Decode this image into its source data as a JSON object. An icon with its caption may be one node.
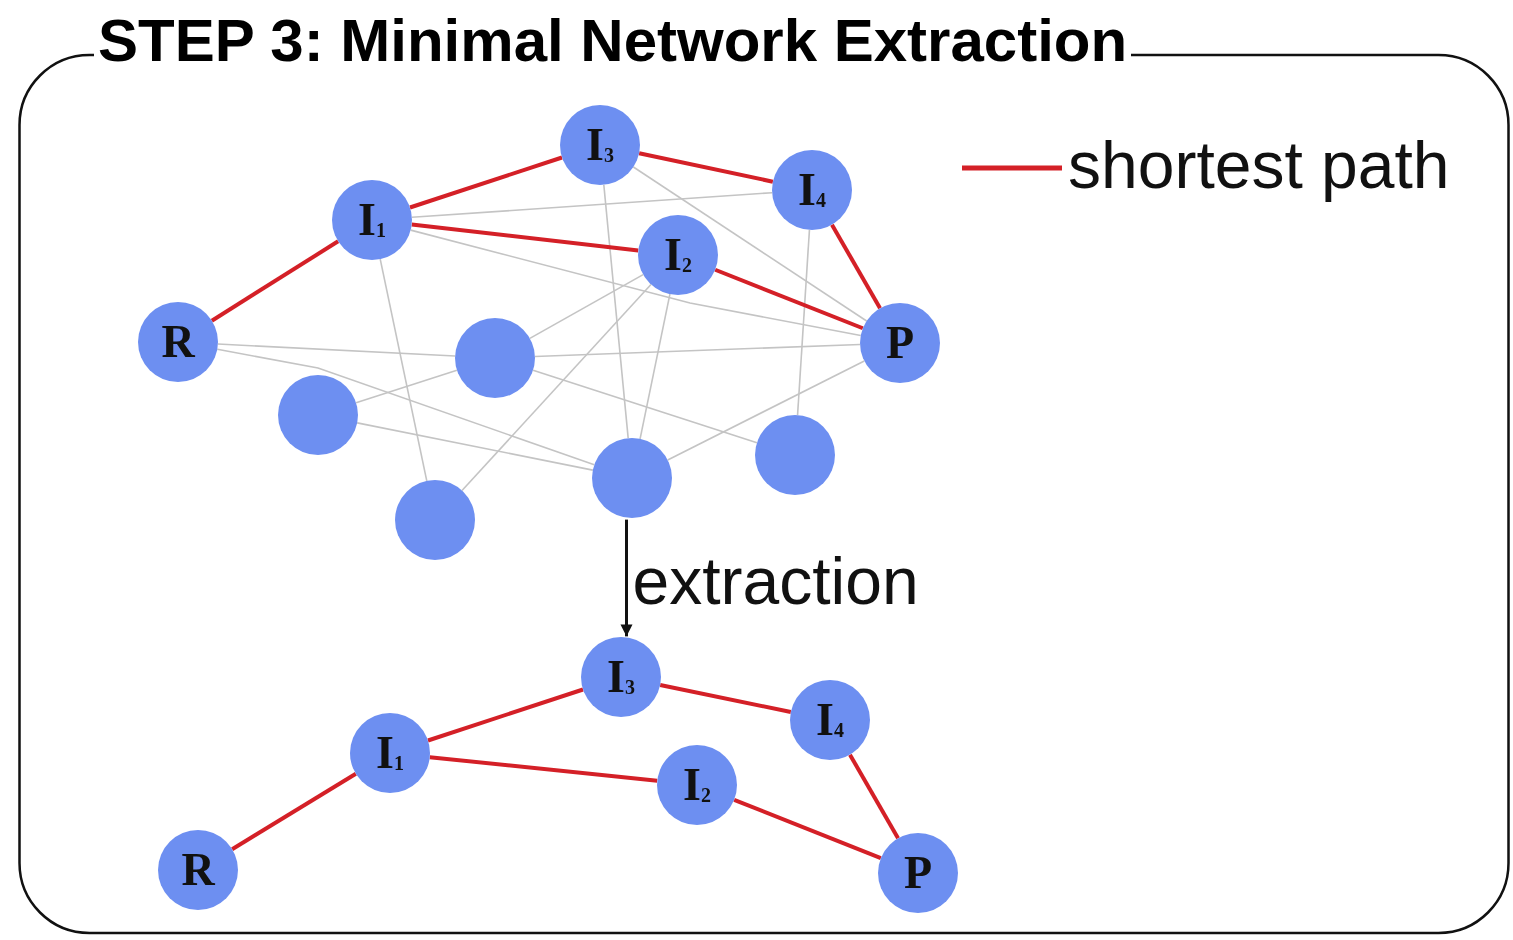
{
  "diagram": {
    "nodes": [
      {
        "text": [
          "STEP 3: Minimal Network Extraction"
        ]
      },
      {
        "text": [
          "R"
        ],
        "in": 0
      },
      {
        "text": [
          "I$_{1}$"
        ],
        "in": 0
      },
      {
        "text": [
          "I$_{3}$"
        ],
        "in": 0
      },
      {
        "text": [
          "I$_{4}$"
        ],
        "in": 0
      },
      {
        "text": [
          "I$_{2}$"
        ],
        "in": 0
      },
      {
        "text": [
          "P"
        ],
        "in": 0
      },
      {
        "text": [],
        "shape": "circle",
        "in": 0
      },
      {
        "text": [],
        "shape": "circle",
        "in": 0
      },
      {
        "text": [],
        "shape": "circle",
        "in": 0
      },
      {
        "text": [],
        "shape": "circle",
        "in": 0
      },
      {
        "text": [],
        "shape": "circle",
        "in": 0
      },
      {
        "text": [
          "I$_{3}$"
        ],
        "in": 0
      },
      {
        "text": [
          "I$_{1}$"
        ],
        "in": 0
      },
      {
        "text": [
          "I$_{4}$"
        ],
        "in": 0
      },
      {
        "text": [
          "I$_{2}$"
        ],
        "in": 0
      },
      {
        "text": [
          "R"
        ],
        "in": 0
      },
      {
        "text": [
          "P"
        ],
        "in": 0
      }
    ],
    "edges": [
      {
        "from": 2,
        "to": 4,
        "arrow": "none"
      },
      {
        "from": 2,
        "to": 6,
        "arrow": "none"
      },
      {
        "from": 2,
        "to": 11,
        "arrow": "none"
      },
      {
        "from": 3,
        "to": 6,
        "arrow": "none"
      },
      {
        "from": 3,
        "to": 10,
        "arrow": "none"
      },
      {
        "from": 5,
        "to": 7,
        "arrow": "none"
      },
      {
        "from": 5,
        "to": 11,
        "arrow": "none"
      },
      {
        "from": 5,
        "to": 10,
        "arrow": "none"
      },
      {
        "from": 1,
        "to": 7,
        "arrow": "none"
      },
      {
        "from": 1,
        "to": 10,
        "arrow": "none"
      },
      {
        "from": 8,
        "to": 7,
        "arrow": "none"
      },
      {
        "from": 8,
        "to": 10,
        "arrow": "none"
      },
      {
        "from": 7,
        "to": 6,
        "arrow": "none"
      },
      {
        "from": 7,
        "to": 9,
        "arrow": "none"
      },
      {
        "from": 4,
        "to": 9,
        "arrow": "none"
      },
      {
        "from": 6,
        "to": 10,
        "arrow": "none"
      },
      {
        "from": 1,
        "to": 2,
        "arrow": "none",
        "style": "thick",
        "color": "#d42027"
      },
      {
        "from": 2,
        "to": 3,
        "arrow": "none",
        "style": "thick",
        "color": "#d42027"
      },
      {
        "from": 3,
        "to": 4,
        "arrow": "none",
        "style": "thick",
        "color": "#d42027"
      },
      {
        "from": 2,
        "to": 5,
        "arrow": "none",
        "style": "thick",
        "color": "#d42027"
      },
      {
        "from": 5,
        "to": 6,
        "arrow": "none",
        "style": "thick",
        "color": "#d42027"
      },
      {
        "from": 4,
        "to": 6,
        "arrow": "none",
        "style": "thick",
        "color": "#d42027"
      },
      {
        "from": 10,
        "to": 12,
        "arrow": "to",
        "label": "extraction",
        "color": "#111111"
      },
      {
        "from": 16,
        "to": 13,
        "arrow": "none",
        "style": "thick",
        "color": "#d42027"
      },
      {
        "from": 13,
        "to": 12,
        "arrow": "none",
        "style": "thick",
        "color": "#d42027"
      },
      {
        "from": 12,
        "to": 14,
        "arrow": "none",
        "style": "thick",
        "color": "#d42027"
      },
      {
        "from": 13,
        "to": 15,
        "arrow": "none",
        "style": "thick",
        "color": "#d42027"
      },
      {
        "from": 15,
        "to": 17,
        "arrow": "none",
        "style": "thick",
        "color": "#d42027"
      },
      {
        "from": 14,
        "to": 17,
        "arrow": "none",
        "style": "thick",
        "color": "#d42027"
      }
    ],
    "legend": [
      {
        "text": "shortest path"
      }
    ]
  }
}
